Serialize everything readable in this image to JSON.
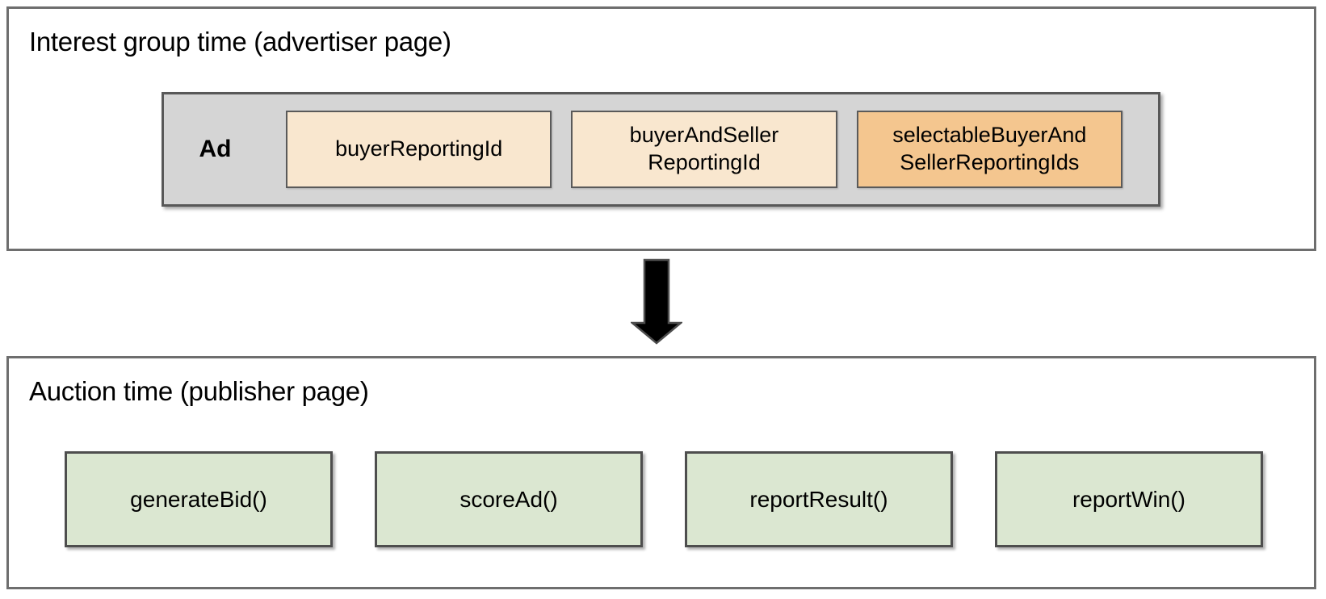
{
  "sections": {
    "interest_group": {
      "title": "Interest group time (advertiser page)",
      "ad_label": "Ad",
      "fields": [
        {
          "label": "buyerReportingId",
          "variant": "cream"
        },
        {
          "label": "buyerAndSeller\nReportingId",
          "variant": "cream"
        },
        {
          "label": "selectableBuyerAnd\nSellerReportingIds",
          "variant": "orange"
        }
      ]
    },
    "auction": {
      "title": "Auction time (publisher page)",
      "functions": [
        {
          "label": "generateBid()"
        },
        {
          "label": "scoreAd()"
        },
        {
          "label": "reportResult()"
        },
        {
          "label": "reportWin()"
        }
      ]
    }
  },
  "arrow": {
    "name": "down-arrow",
    "direction": "down",
    "meaning": "flow from interest group time to auction time"
  },
  "colors": {
    "field_cream": "#f9e7cf",
    "field_orange": "#f4c68f",
    "ad_container_gray": "#d5d5d5",
    "function_green": "#dbe7d1",
    "box_border": "#5a5a5a",
    "section_border": "#6e6e6e",
    "arrow_fill": "#000000",
    "text": "#000000"
  }
}
